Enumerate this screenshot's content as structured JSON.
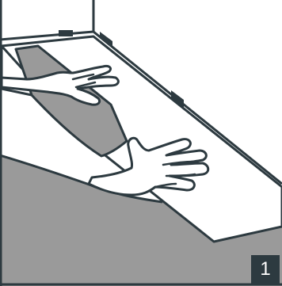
{
  "step": {
    "number": "1"
  },
  "colors": {
    "outline": "#2d3a40",
    "floor": "#9a9a9a",
    "background": "#ffffff"
  },
  "icons": [
    "wall-corner",
    "floor-plank",
    "left-hand",
    "right-hand",
    "wall-spacer"
  ]
}
